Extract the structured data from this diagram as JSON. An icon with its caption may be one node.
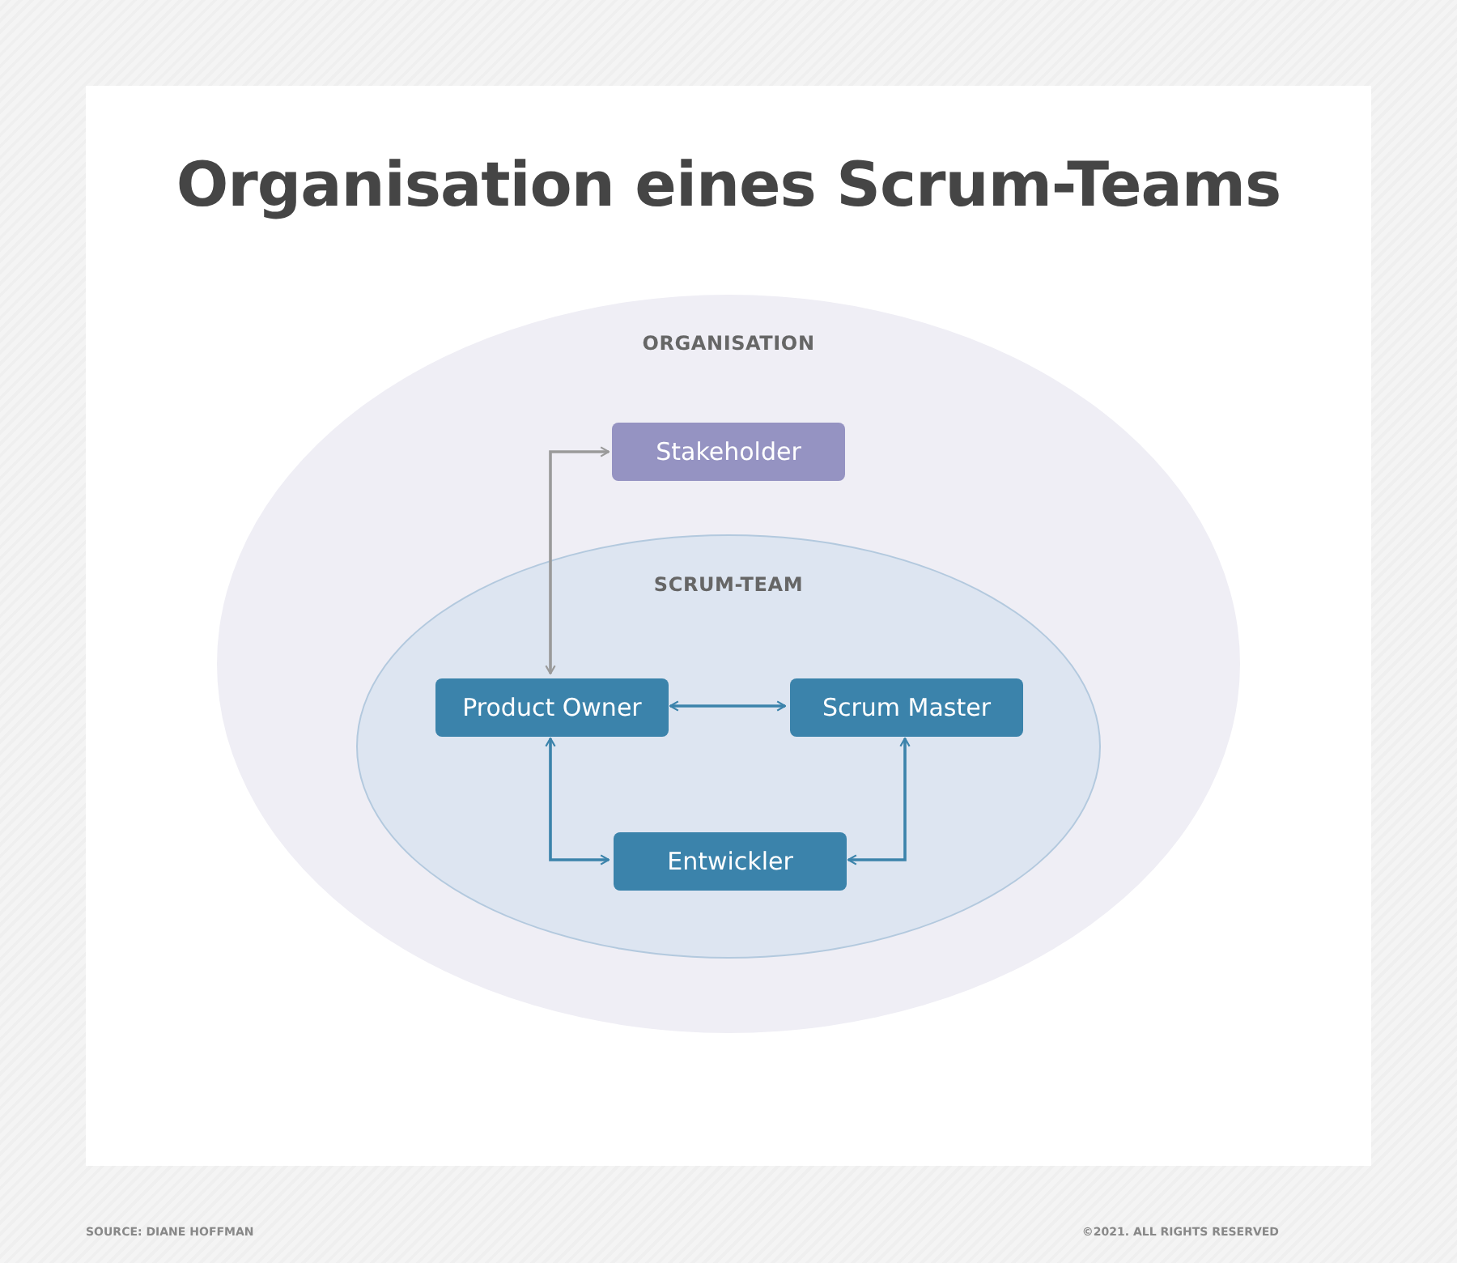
{
  "diagram": {
    "title": "Organisation eines Scrum-Teams",
    "nodes": [
      {
        "text": [
          "ORGANISATION"
        ]
      },
      {
        "text": [
          "Stakeholder"
        ],
        "in": 0
      },
      {
        "text": [
          "SCRUM-TEAM"
        ],
        "in": 0
      },
      {
        "text": [
          "Product Owner"
        ],
        "in": 2
      },
      {
        "text": [
          "Scrum Master"
        ],
        "in": 2
      },
      {
        "text": [
          "Entwickler"
        ],
        "in": 2
      }
    ],
    "edges": [
      {
        "from": 3,
        "to": 1,
        "arrow": "both",
        "color": "#9a9a9a"
      },
      {
        "from": 3,
        "to": 4,
        "arrow": "both"
      },
      {
        "from": 3,
        "to": 5,
        "arrow": "both"
      },
      {
        "from": 4,
        "to": 5,
        "arrow": "both"
      }
    ],
    "labels": [
      "SOURCE: DIANE HOFFMAN",
      "©2021. ALL RIGHTS RESERVED"
    ]
  }
}
